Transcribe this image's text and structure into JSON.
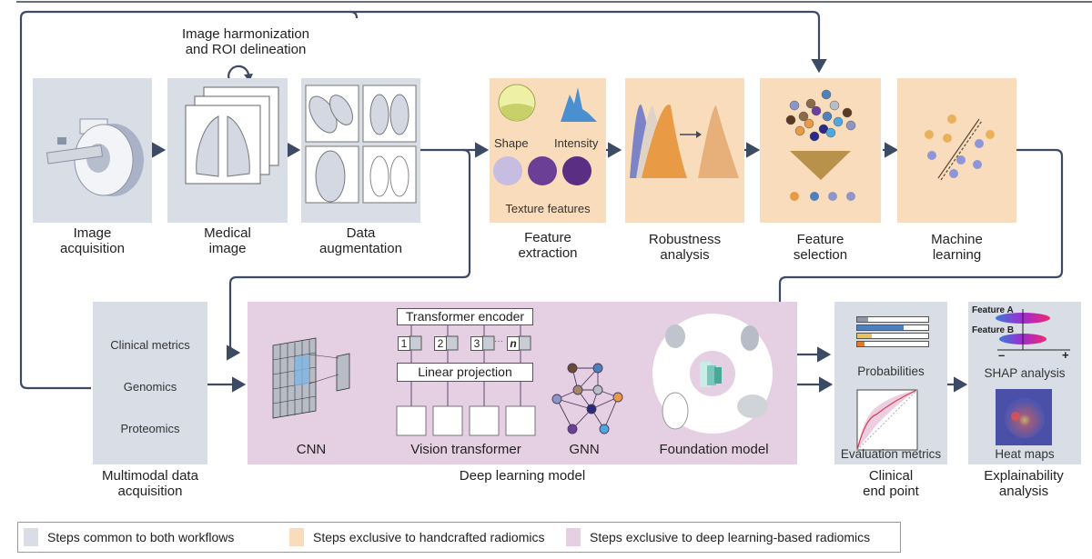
{
  "top_note": "Image harmonization and ROI delineation",
  "top_note_lines": [
    "Image harmonization",
    "and ROI delineation"
  ],
  "steps_top": [
    {
      "id": "image-acquisition",
      "lines": [
        "Image",
        "acquisition"
      ],
      "category": "common"
    },
    {
      "id": "medical-image",
      "lines": [
        "Medical",
        "image"
      ],
      "category": "common"
    },
    {
      "id": "data-augmentation",
      "lines": [
        "Data",
        "augmentation"
      ],
      "category": "common"
    },
    {
      "id": "feature-extraction",
      "lines": [
        "Feature",
        "extraction"
      ],
      "category": "handcrafted",
      "inner": {
        "shape": "Shape",
        "intensity": "Intensity",
        "texture": "Texture features"
      }
    },
    {
      "id": "robustness-analysis",
      "lines": [
        "Robustness",
        "analysis"
      ],
      "category": "handcrafted"
    },
    {
      "id": "feature-selection",
      "lines": [
        "Feature",
        "selection"
      ],
      "category": "handcrafted"
    },
    {
      "id": "machine-learning",
      "lines": [
        "Machine",
        "learning"
      ],
      "category": "handcrafted"
    }
  ],
  "multimodal": {
    "lines": [
      "Multimodal data",
      "acquisition"
    ],
    "items": [
      "Clinical metrics",
      "Genomics",
      "Proteomics"
    ],
    "category": "common"
  },
  "deep_learning": {
    "label": "Deep learning model",
    "category": "deep",
    "models": {
      "cnn": "CNN",
      "vit": "Vision transformer",
      "gnn": "GNN",
      "foundation": "Foundation model"
    },
    "vit_parts": {
      "encoder": "Transformer encoder",
      "projection": "Linear projection",
      "tokens": [
        "1",
        "2",
        "3",
        "n"
      ],
      "ellipsis": "···"
    }
  },
  "clinical": {
    "lines": [
      "Clinical",
      "end point"
    ],
    "probabilities": "Probabilities",
    "evaluation": "Evaluation metrics",
    "prob_bars": [
      {
        "fill": 0.15,
        "color": "#8e96a8"
      },
      {
        "fill": 0.65,
        "color": "#4f80bd"
      },
      {
        "fill": 0.2,
        "color": "#e9c35a"
      },
      {
        "fill": 0.1,
        "color": "#e07a2a"
      }
    ],
    "category": "common"
  },
  "explainability": {
    "lines": [
      "Explainability",
      "analysis"
    ],
    "shap": "SHAP analysis",
    "heatmaps": "Heat maps",
    "feature_a": "Feature A",
    "feature_b": "Feature B",
    "minus": "–",
    "plus": "+",
    "category": "common"
  },
  "legend": [
    {
      "label": "Steps common to both workflows",
      "color": "#d9dee6"
    },
    {
      "label": "Steps exclusive to handcrafted radiomics",
      "color": "#f8dcbc"
    },
    {
      "label": "Steps exclusive to deep learning-based radiomics",
      "color": "#e5cfe3"
    }
  ],
  "colors": {
    "arrow": "#3d4a63",
    "common": "#d9dee6",
    "handcrafted": "#f8dcbc",
    "deep": "#e5cfe3"
  }
}
